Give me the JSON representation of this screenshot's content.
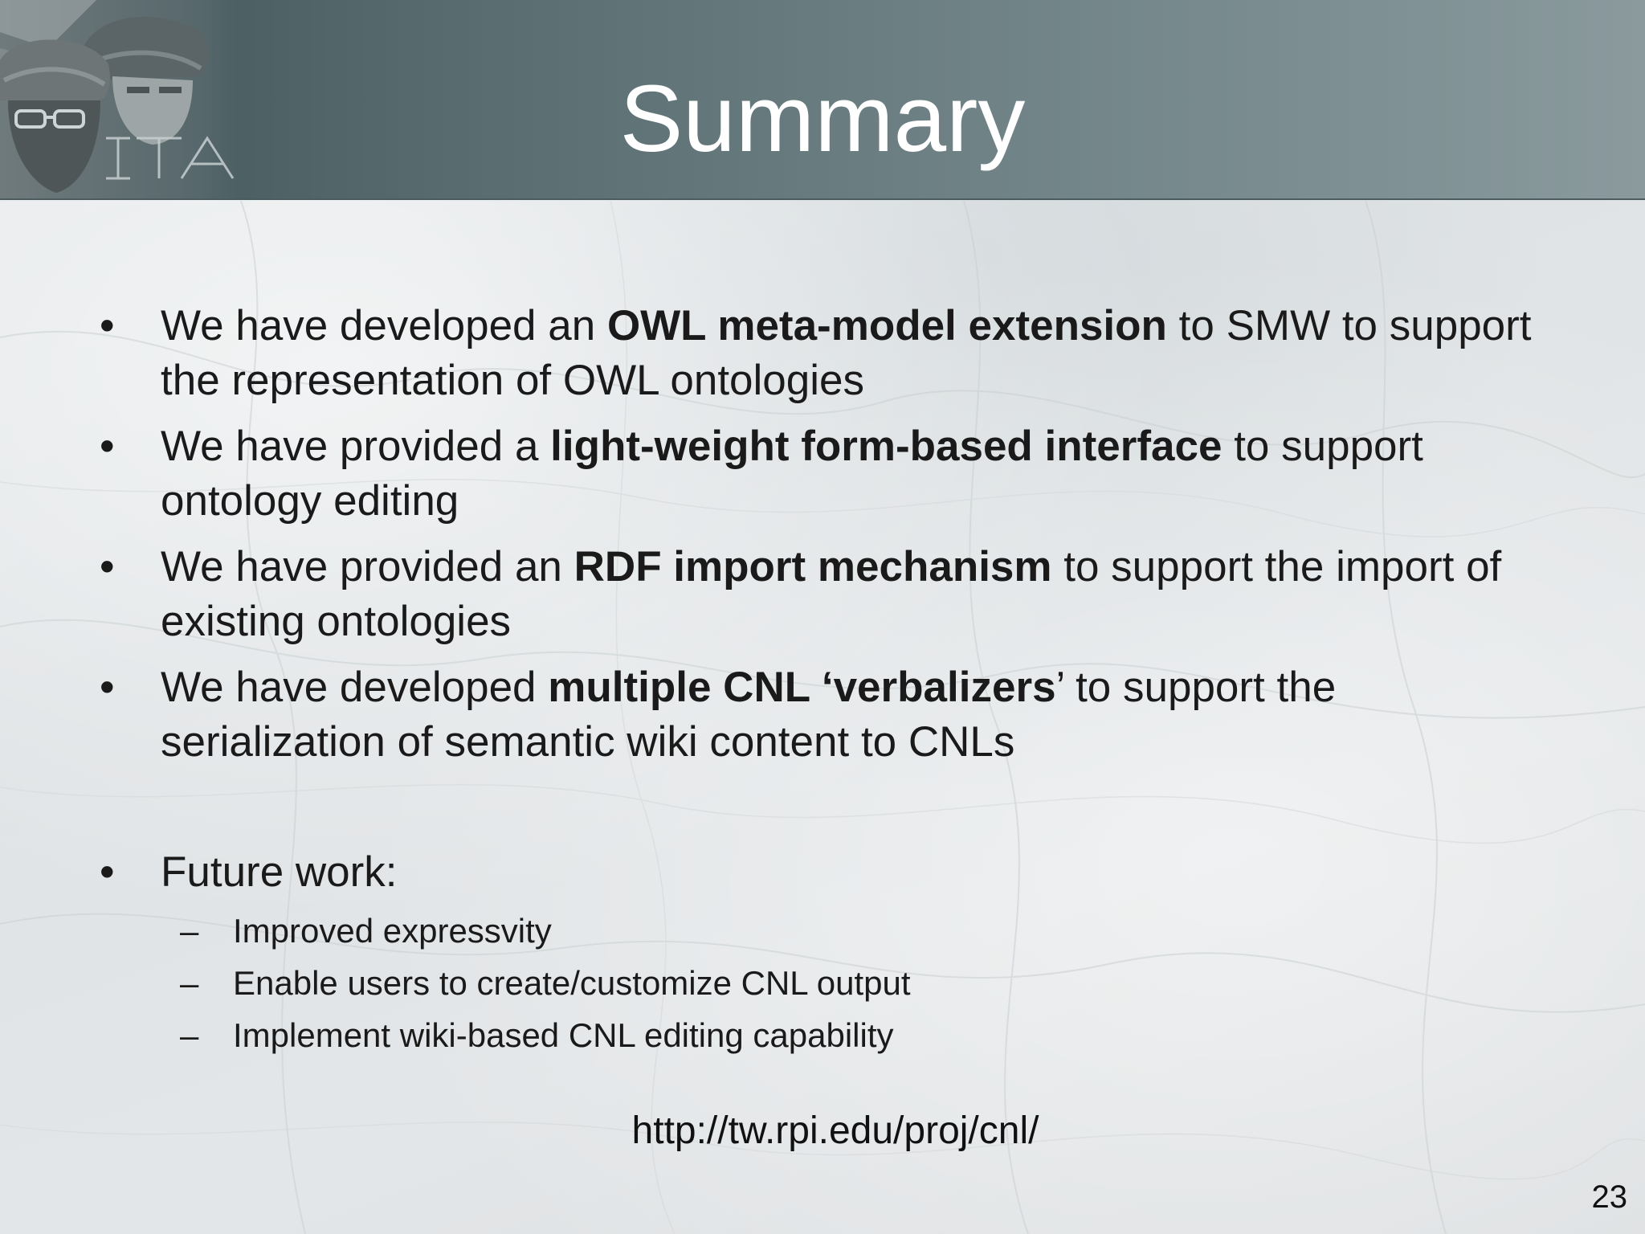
{
  "slide": {
    "title": "Summary",
    "logo_text": "ITA",
    "bullets": [
      {
        "pre": "We have developed an ",
        "bold": "OWL meta-model extension",
        "post": " to SMW to support the representation of OWL ontologies"
      },
      {
        "pre": "We have provided a ",
        "bold": "light-weight form-based interface",
        "post": " to support ontology editing"
      },
      {
        "pre": "We have provided an ",
        "bold": "RDF import mechanism",
        "post": " to support the import of existing ontologies"
      },
      {
        "pre": "We have developed ",
        "bold": "multiple CNL ‘verbalizers",
        "post": "’ to support the serialization of semantic wiki content to CNLs"
      }
    ],
    "future_work": {
      "label": "Future work:",
      "items": [
        "Improved expressvity",
        "Enable users to create/customize CNL output",
        "Implement wiki-based CNL editing capability"
      ]
    },
    "bullet_glyph": "•",
    "dash_glyph": "–",
    "url": "http://tw.rpi.edu/proj/cnl/",
    "page_number": "23"
  },
  "colors": {
    "header": "#5f7276",
    "title_text": "#ffffff",
    "body_text": "#1a1a1a",
    "background": "#e3e6e8"
  },
  "icons": [
    "soldiers-photo",
    "ita-logo"
  ]
}
